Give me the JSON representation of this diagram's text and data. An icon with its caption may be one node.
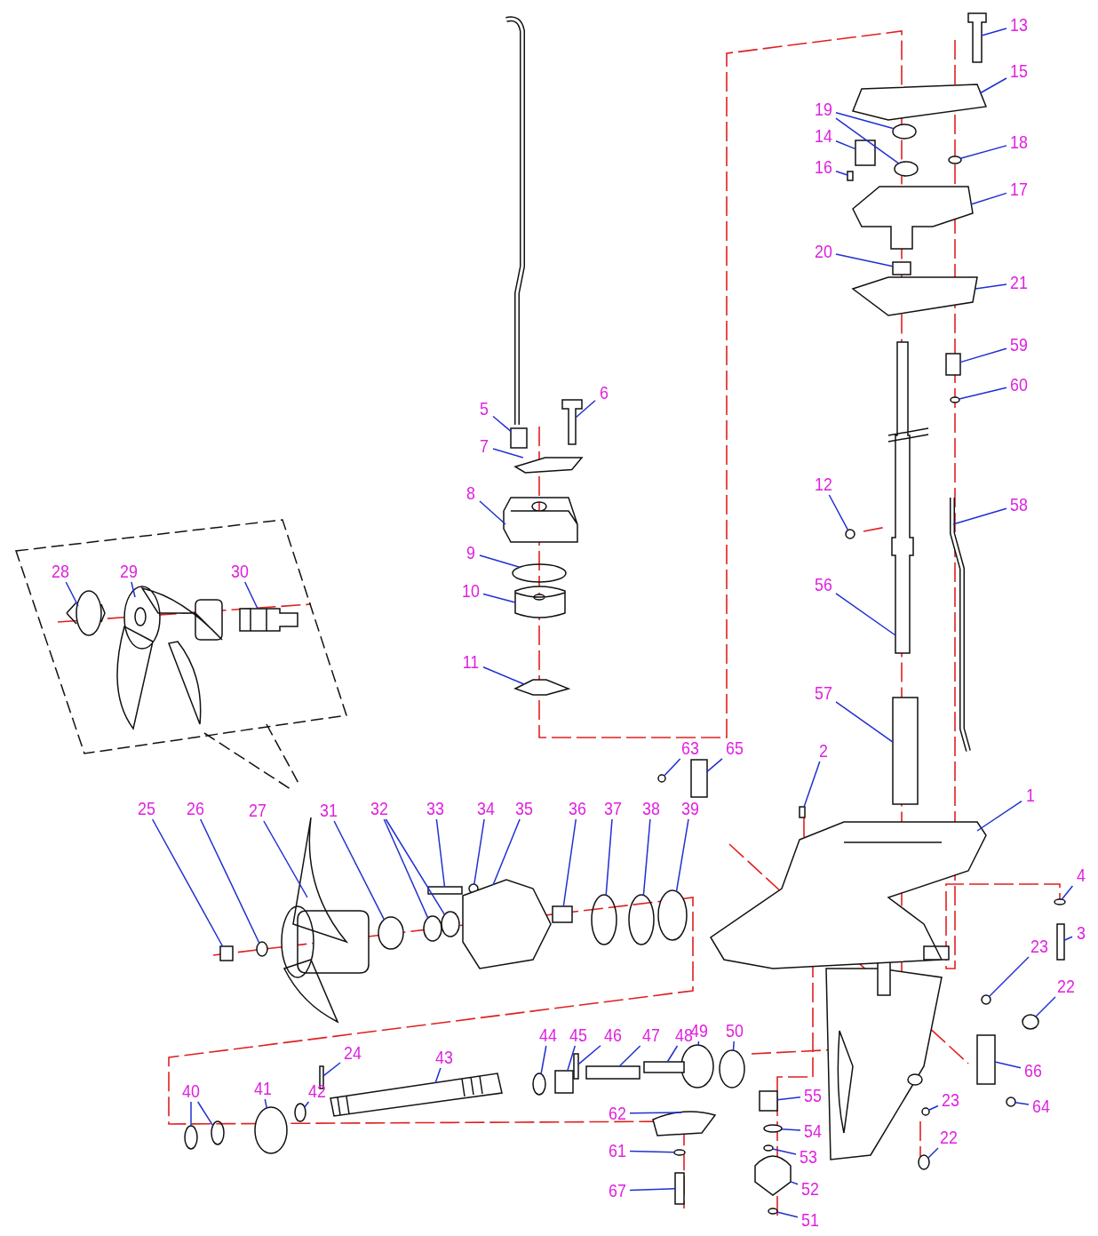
{
  "diagram": {
    "nodes": [
      {
        "text": [
          "13"
        ]
      },
      {
        "text": [
          "15"
        ]
      },
      {
        "text": [
          "19"
        ]
      },
      {
        "text": [
          "14"
        ]
      },
      {
        "text": [
          "18"
        ]
      },
      {
        "text": [
          "16"
        ]
      },
      {
        "text": [
          "17"
        ]
      },
      {
        "text": [
          "20"
        ]
      },
      {
        "text": [
          "21"
        ]
      },
      {
        "text": [
          "59"
        ]
      },
      {
        "text": [
          "60"
        ]
      },
      {
        "text": [
          "6"
        ]
      },
      {
        "text": [
          "5"
        ]
      },
      {
        "text": [
          "7"
        ]
      },
      {
        "text": [
          "12"
        ]
      },
      {
        "text": [
          "8"
        ]
      },
      {
        "text": [
          "58"
        ]
      },
      {
        "text": [
          "9"
        ]
      },
      {
        "text": [
          "28"
        ]
      },
      {
        "text": [
          "29"
        ]
      },
      {
        "text": [
          "30"
        ]
      },
      {
        "text": [
          "56"
        ]
      },
      {
        "text": [
          "10"
        ]
      },
      {
        "text": [
          "11"
        ]
      },
      {
        "text": [
          "57"
        ]
      },
      {
        "text": [
          "63"
        ]
      },
      {
        "text": [
          "65"
        ]
      },
      {
        "text": [
          "2"
        ]
      },
      {
        "text": [
          "1"
        ]
      },
      {
        "text": [
          "25"
        ]
      },
      {
        "text": [
          "26"
        ]
      },
      {
        "text": [
          "27"
        ]
      },
      {
        "text": [
          "31"
        ]
      },
      {
        "text": [
          "32"
        ]
      },
      {
        "text": [
          "33"
        ]
      },
      {
        "text": [
          "34"
        ]
      },
      {
        "text": [
          "35"
        ]
      },
      {
        "text": [
          "36"
        ]
      },
      {
        "text": [
          "37"
        ]
      },
      {
        "text": [
          "38"
        ]
      },
      {
        "text": [
          "39"
        ]
      },
      {
        "text": [
          "4"
        ]
      },
      {
        "text": [
          "3"
        ]
      },
      {
        "text": [
          "23"
        ]
      },
      {
        "text": [
          "22"
        ]
      },
      {
        "text": [
          "49"
        ]
      },
      {
        "text": [
          "50"
        ]
      },
      {
        "text": [
          "44"
        ]
      },
      {
        "text": [
          "45"
        ]
      },
      {
        "text": [
          "46"
        ]
      },
      {
        "text": [
          "47"
        ]
      },
      {
        "text": [
          "48"
        ]
      },
      {
        "text": [
          "24"
        ]
      },
      {
        "text": [
          "43"
        ]
      },
      {
        "text": [
          "66"
        ]
      },
      {
        "text": [
          "40"
        ]
      },
      {
        "text": [
          "41"
        ]
      },
      {
        "text": [
          "42"
        ]
      },
      {
        "text": [
          "55"
        ]
      },
      {
        "text": [
          "23"
        ]
      },
      {
        "text": [
          "64"
        ]
      },
      {
        "text": [
          "62"
        ]
      },
      {
        "text": [
          "54"
        ]
      },
      {
        "text": [
          "22"
        ]
      },
      {
        "text": [
          "61"
        ]
      },
      {
        "text": [
          "53"
        ]
      },
      {
        "text": [
          "67"
        ]
      },
      {
        "text": [
          "52"
        ]
      },
      {
        "text": [
          "51"
        ]
      },
      {
        "text": [],
        "shape": "picture"
      },
      {
        "text": [],
        "shape": "picture"
      },
      {
        "text": [],
        "shape": "circle"
      },
      {
        "text": [],
        "shape": "circle"
      },
      {
        "text": [],
        "shape": "box"
      },
      {
        "text": [],
        "shape": "circle"
      },
      {
        "text": [],
        "shape": "box"
      },
      {
        "text": [],
        "shape": "picture"
      },
      {
        "text": [],
        "shape": "box"
      },
      {
        "text": [],
        "shape": "picture"
      },
      {
        "text": [],
        "shape": "box"
      },
      {
        "text": [],
        "shape": "circle"
      },
      {
        "text": [],
        "shape": "picture"
      },
      {
        "text": [],
        "shape": "box"
      },
      {
        "text": [],
        "shape": "plate"
      },
      {
        "text": [],
        "shape": "circle"
      },
      {
        "text": [],
        "shape": "picture"
      },
      {
        "text": [],
        "shape": "bar"
      },
      {
        "text": [],
        "shape": "circle"
      },
      {
        "text": [],
        "shape": "picture"
      },
      {
        "text": [],
        "shape": "picture"
      },
      {
        "text": [],
        "shape": "picture"
      },
      {
        "text": [],
        "shape": "picture"
      },
      {
        "text": [],
        "shape": "picture"
      },
      {
        "text": [],
        "shape": "picture"
      },
      {
        "text": [],
        "shape": "box"
      },
      {
        "text": [],
        "shape": "circle"
      },
      {
        "text": [],
        "shape": "box"
      },
      {
        "text": [],
        "shape": "box"
      },
      {
        "text": [],
        "shape": "picture"
      },
      {
        "text": [],
        "shape": "box"
      },
      {
        "text": [],
        "shape": "circle"
      },
      {
        "text": [],
        "shape": "picture"
      },
      {
        "text": [],
        "shape": "circle"
      },
      {
        "text": [],
        "shape": "circle"
      },
      {
        "text": [],
        "shape": "circle"
      },
      {
        "text": [],
        "shape": "box"
      },
      {
        "text": [],
        "shape": "circle"
      },
      {
        "text": [],
        "shape": "picture"
      },
      {
        "text": [],
        "shape": "box"
      },
      {
        "text": [],
        "shape": "circle"
      },
      {
        "text": [],
        "shape": "circle"
      },
      {
        "text": [],
        "shape": "circle"
      },
      {
        "text": [],
        "shape": "circle"
      },
      {
        "text": [],
        "shape": "box"
      },
      {
        "text": [],
        "shape": "circle"
      },
      {
        "text": [],
        "shape": "circle"
      },
      {
        "text": [],
        "shape": "circle"
      },
      {
        "text": [],
        "shape": "circle"
      },
      {
        "text": [],
        "shape": "circle"
      },
      {
        "text": [],
        "shape": "box"
      },
      {
        "text": [],
        "shape": "box"
      },
      {
        "text": [],
        "shape": "box"
      },
      {
        "text": [],
        "shape": "box"
      },
      {
        "text": [],
        "shape": "box"
      },
      {
        "text": [],
        "shape": "picture"
      },
      {
        "text": [],
        "shape": "box"
      },
      {
        "text": [],
        "shape": "circle"
      },
      {
        "text": [],
        "shape": "circle"
      },
      {
        "text": [],
        "shape": "circle"
      },
      {
        "text": [],
        "shape": "circle"
      },
      {
        "text": [],
        "shape": "box"
      },
      {
        "text": [],
        "shape": "circle"
      },
      {
        "text": [],
        "shape": "circle"
      },
      {
        "text": [],
        "shape": "picture"
      },
      {
        "text": [],
        "shape": "circle"
      },
      {
        "text": [],
        "shape": "circle"
      },
      {
        "text": [],
        "shape": "circle"
      },
      {
        "text": [],
        "shape": "circle"
      },
      {
        "text": [],
        "shape": "box"
      },
      {
        "text": [],
        "shape": "cone"
      },
      {
        "text": [],
        "shape": "circle"
      }
    ],
    "edges": [
      {
        "from": 0,
        "to": 69,
        "arrow": "none"
      },
      {
        "from": 1,
        "to": 70,
        "arrow": "none"
      },
      {
        "from": 2,
        "to": 71,
        "arrow": "none"
      },
      {
        "from": 2,
        "to": 72,
        "arrow": "none"
      },
      {
        "from": 3,
        "to": 73,
        "arrow": "none"
      },
      {
        "from": 4,
        "to": 74,
        "arrow": "none"
      },
      {
        "from": 5,
        "to": 75,
        "arrow": "none"
      },
      {
        "from": 6,
        "to": 76,
        "arrow": "none"
      },
      {
        "from": 7,
        "to": 77,
        "arrow": "none"
      },
      {
        "from": 8,
        "to": 78,
        "arrow": "none"
      },
      {
        "from": 9,
        "to": 79,
        "arrow": "none"
      },
      {
        "from": 10,
        "to": 80,
        "arrow": "none"
      },
      {
        "from": 11,
        "to": 81,
        "arrow": "none"
      },
      {
        "from": 12,
        "to": 82,
        "arrow": "none"
      },
      {
        "from": 13,
        "to": 83,
        "arrow": "none"
      },
      {
        "from": 14,
        "to": 84,
        "arrow": "none"
      },
      {
        "from": 15,
        "to": 85,
        "arrow": "none"
      },
      {
        "from": 16,
        "to": 86,
        "arrow": "none"
      },
      {
        "from": 17,
        "to": 87,
        "arrow": "none"
      },
      {
        "from": 18,
        "to": 88,
        "arrow": "none"
      },
      {
        "from": 19,
        "to": 89,
        "arrow": "none"
      },
      {
        "from": 20,
        "to": 90,
        "arrow": "none"
      },
      {
        "from": 21,
        "to": 91,
        "arrow": "none"
      },
      {
        "from": 22,
        "to": 92,
        "arrow": "none"
      },
      {
        "from": 23,
        "to": 93,
        "arrow": "none"
      },
      {
        "from": 24,
        "to": 94,
        "arrow": "none"
      },
      {
        "from": 25,
        "to": 95,
        "arrow": "none"
      },
      {
        "from": 26,
        "to": 96,
        "arrow": "none"
      },
      {
        "from": 27,
        "to": 97,
        "arrow": "none"
      },
      {
        "from": 28,
        "to": 98,
        "arrow": "none"
      },
      {
        "from": 29,
        "to": 99,
        "arrow": "none"
      },
      {
        "from": 30,
        "to": 100,
        "arrow": "none"
      },
      {
        "from": 31,
        "to": 101,
        "arrow": "none"
      },
      {
        "from": 32,
        "to": 102,
        "arrow": "none"
      },
      {
        "from": 33,
        "to": 103,
        "arrow": "none"
      },
      {
        "from": 33,
        "to": 104,
        "arrow": "none"
      },
      {
        "from": 34,
        "to": 105,
        "arrow": "none"
      },
      {
        "from": 35,
        "to": 106,
        "arrow": "none"
      },
      {
        "from": 36,
        "to": 107,
        "arrow": "none"
      },
      {
        "from": 37,
        "to": 108,
        "arrow": "none"
      },
      {
        "from": 38,
        "to": 109,
        "arrow": "none"
      },
      {
        "from": 39,
        "to": 110,
        "arrow": "none"
      },
      {
        "from": 40,
        "to": 111,
        "arrow": "none"
      },
      {
        "from": 41,
        "to": 112,
        "arrow": "none"
      },
      {
        "from": 42,
        "to": 113,
        "arrow": "none"
      },
      {
        "from": 43,
        "to": 114,
        "arrow": "none"
      },
      {
        "from": 44,
        "to": 115,
        "arrow": "none"
      },
      {
        "from": 45,
        "to": 116,
        "arrow": "none"
      },
      {
        "from": 46,
        "to": 117,
        "arrow": "none"
      },
      {
        "from": 47,
        "to": 118,
        "arrow": "none"
      },
      {
        "from": 48,
        "to": 119,
        "arrow": "none"
      },
      {
        "from": 49,
        "to": 120,
        "arrow": "none"
      },
      {
        "from": 50,
        "to": 121,
        "arrow": "none"
      },
      {
        "from": 51,
        "to": 122,
        "arrow": "none"
      },
      {
        "from": 52,
        "to": 123,
        "arrow": "none"
      },
      {
        "from": 53,
        "to": 124,
        "arrow": "none"
      },
      {
        "from": 54,
        "to": 125,
        "arrow": "none"
      },
      {
        "from": 55,
        "to": 126,
        "arrow": "none"
      },
      {
        "from": 55,
        "to": 127,
        "arrow": "none"
      },
      {
        "from": 56,
        "to": 128,
        "arrow": "none"
      },
      {
        "from": 57,
        "to": 129,
        "arrow": "none"
      },
      {
        "from": 58,
        "to": 130,
        "arrow": "none"
      },
      {
        "from": 59,
        "to": 131,
        "arrow": "none"
      },
      {
        "from": 60,
        "to": 132,
        "arrow": "none"
      },
      {
        "from": 61,
        "to": 133,
        "arrow": "none"
      },
      {
        "from": 62,
        "to": 134,
        "arrow": "none"
      },
      {
        "from": 63,
        "to": 135,
        "arrow": "none"
      },
      {
        "from": 64,
        "to": 136,
        "arrow": "none"
      },
      {
        "from": 65,
        "to": 137,
        "arrow": "none"
      },
      {
        "from": 66,
        "to": 138,
        "arrow": "none"
      },
      {
        "from": 67,
        "to": 139,
        "arrow": "none"
      },
      {
        "from": 68,
        "to": 140,
        "arrow": "none"
      }
    ]
  }
}
